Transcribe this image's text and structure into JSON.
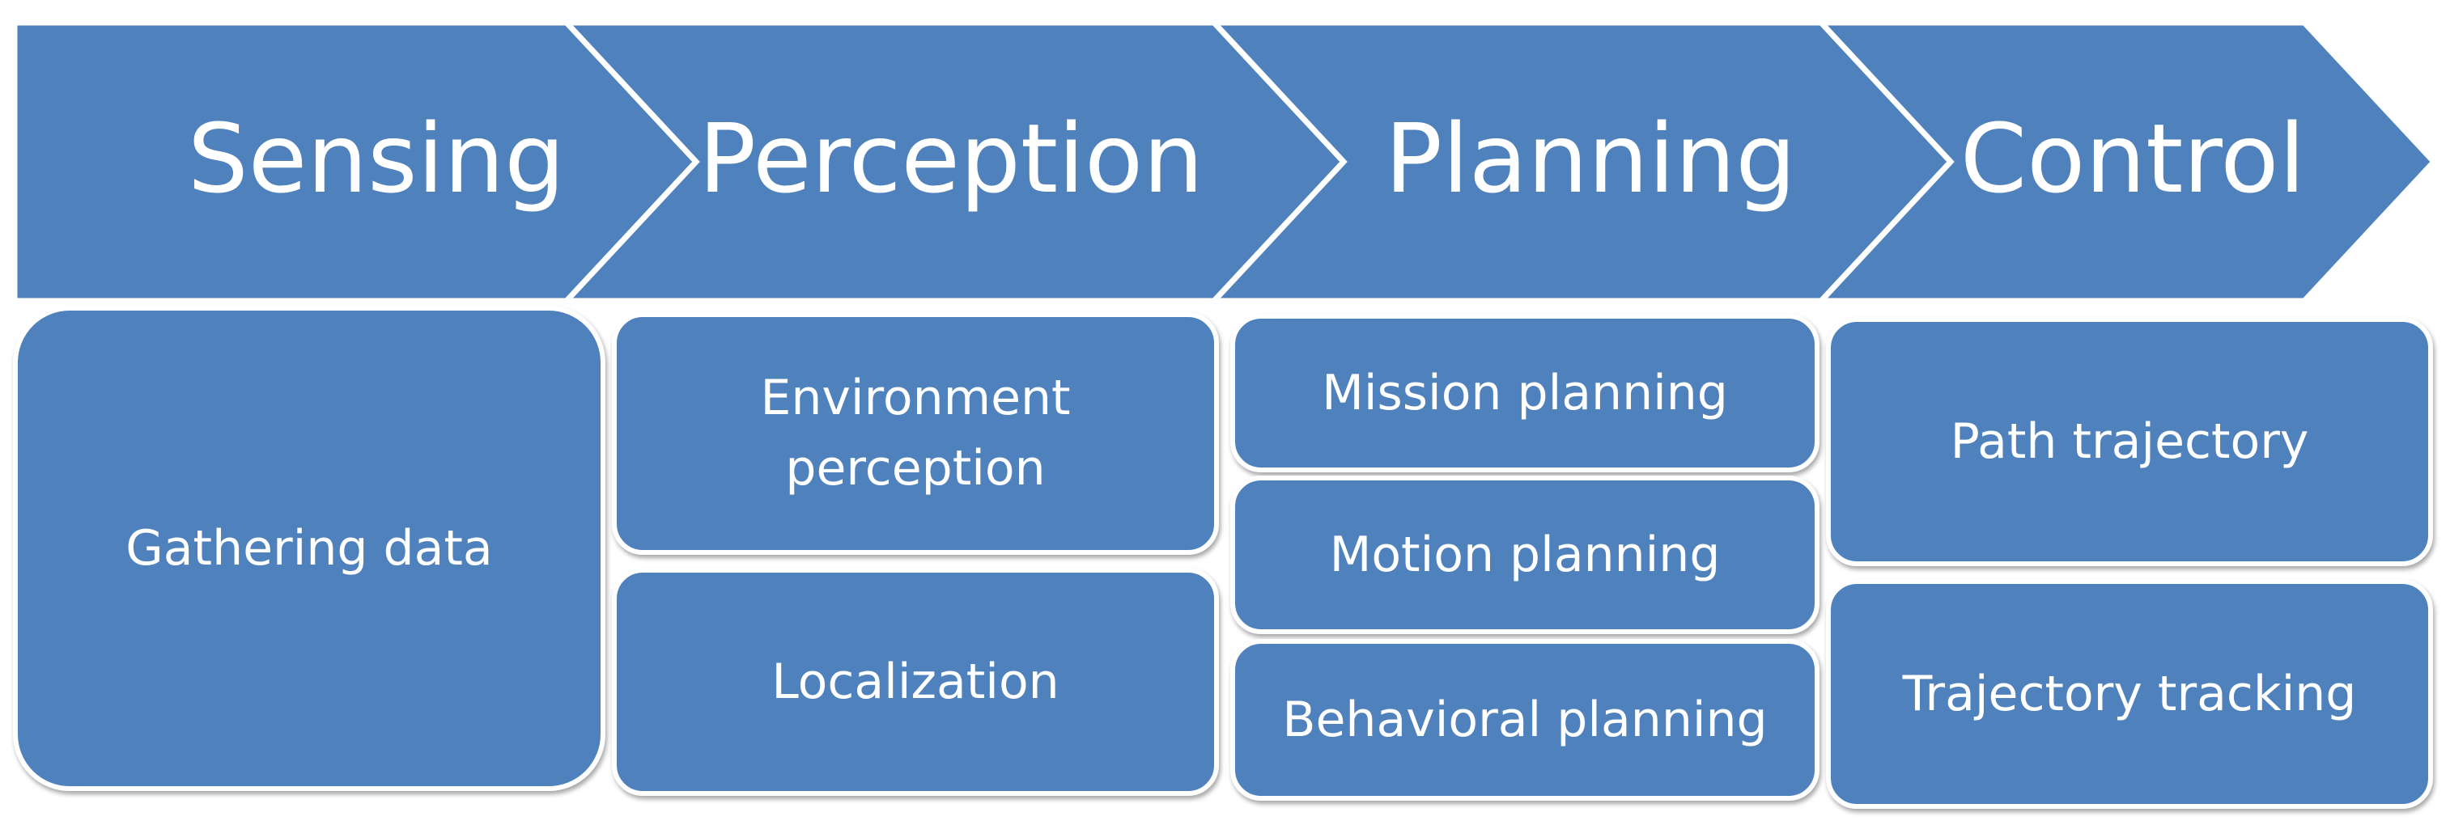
{
  "colors": {
    "fill": "#4f81bd",
    "border": "#ffffff",
    "text": "#ffffff"
  },
  "stages": [
    {
      "title": "Sensing",
      "items": [
        "Gathering data"
      ]
    },
    {
      "title": "Perception",
      "items": [
        "Environment perception",
        "Localization"
      ]
    },
    {
      "title": "Planning",
      "items": [
        "Mission planning",
        "Motion planning",
        "Behavioral planning"
      ]
    },
    {
      "title": "Control",
      "items": [
        "Path trajectory",
        "Trajectory tracking"
      ]
    }
  ]
}
